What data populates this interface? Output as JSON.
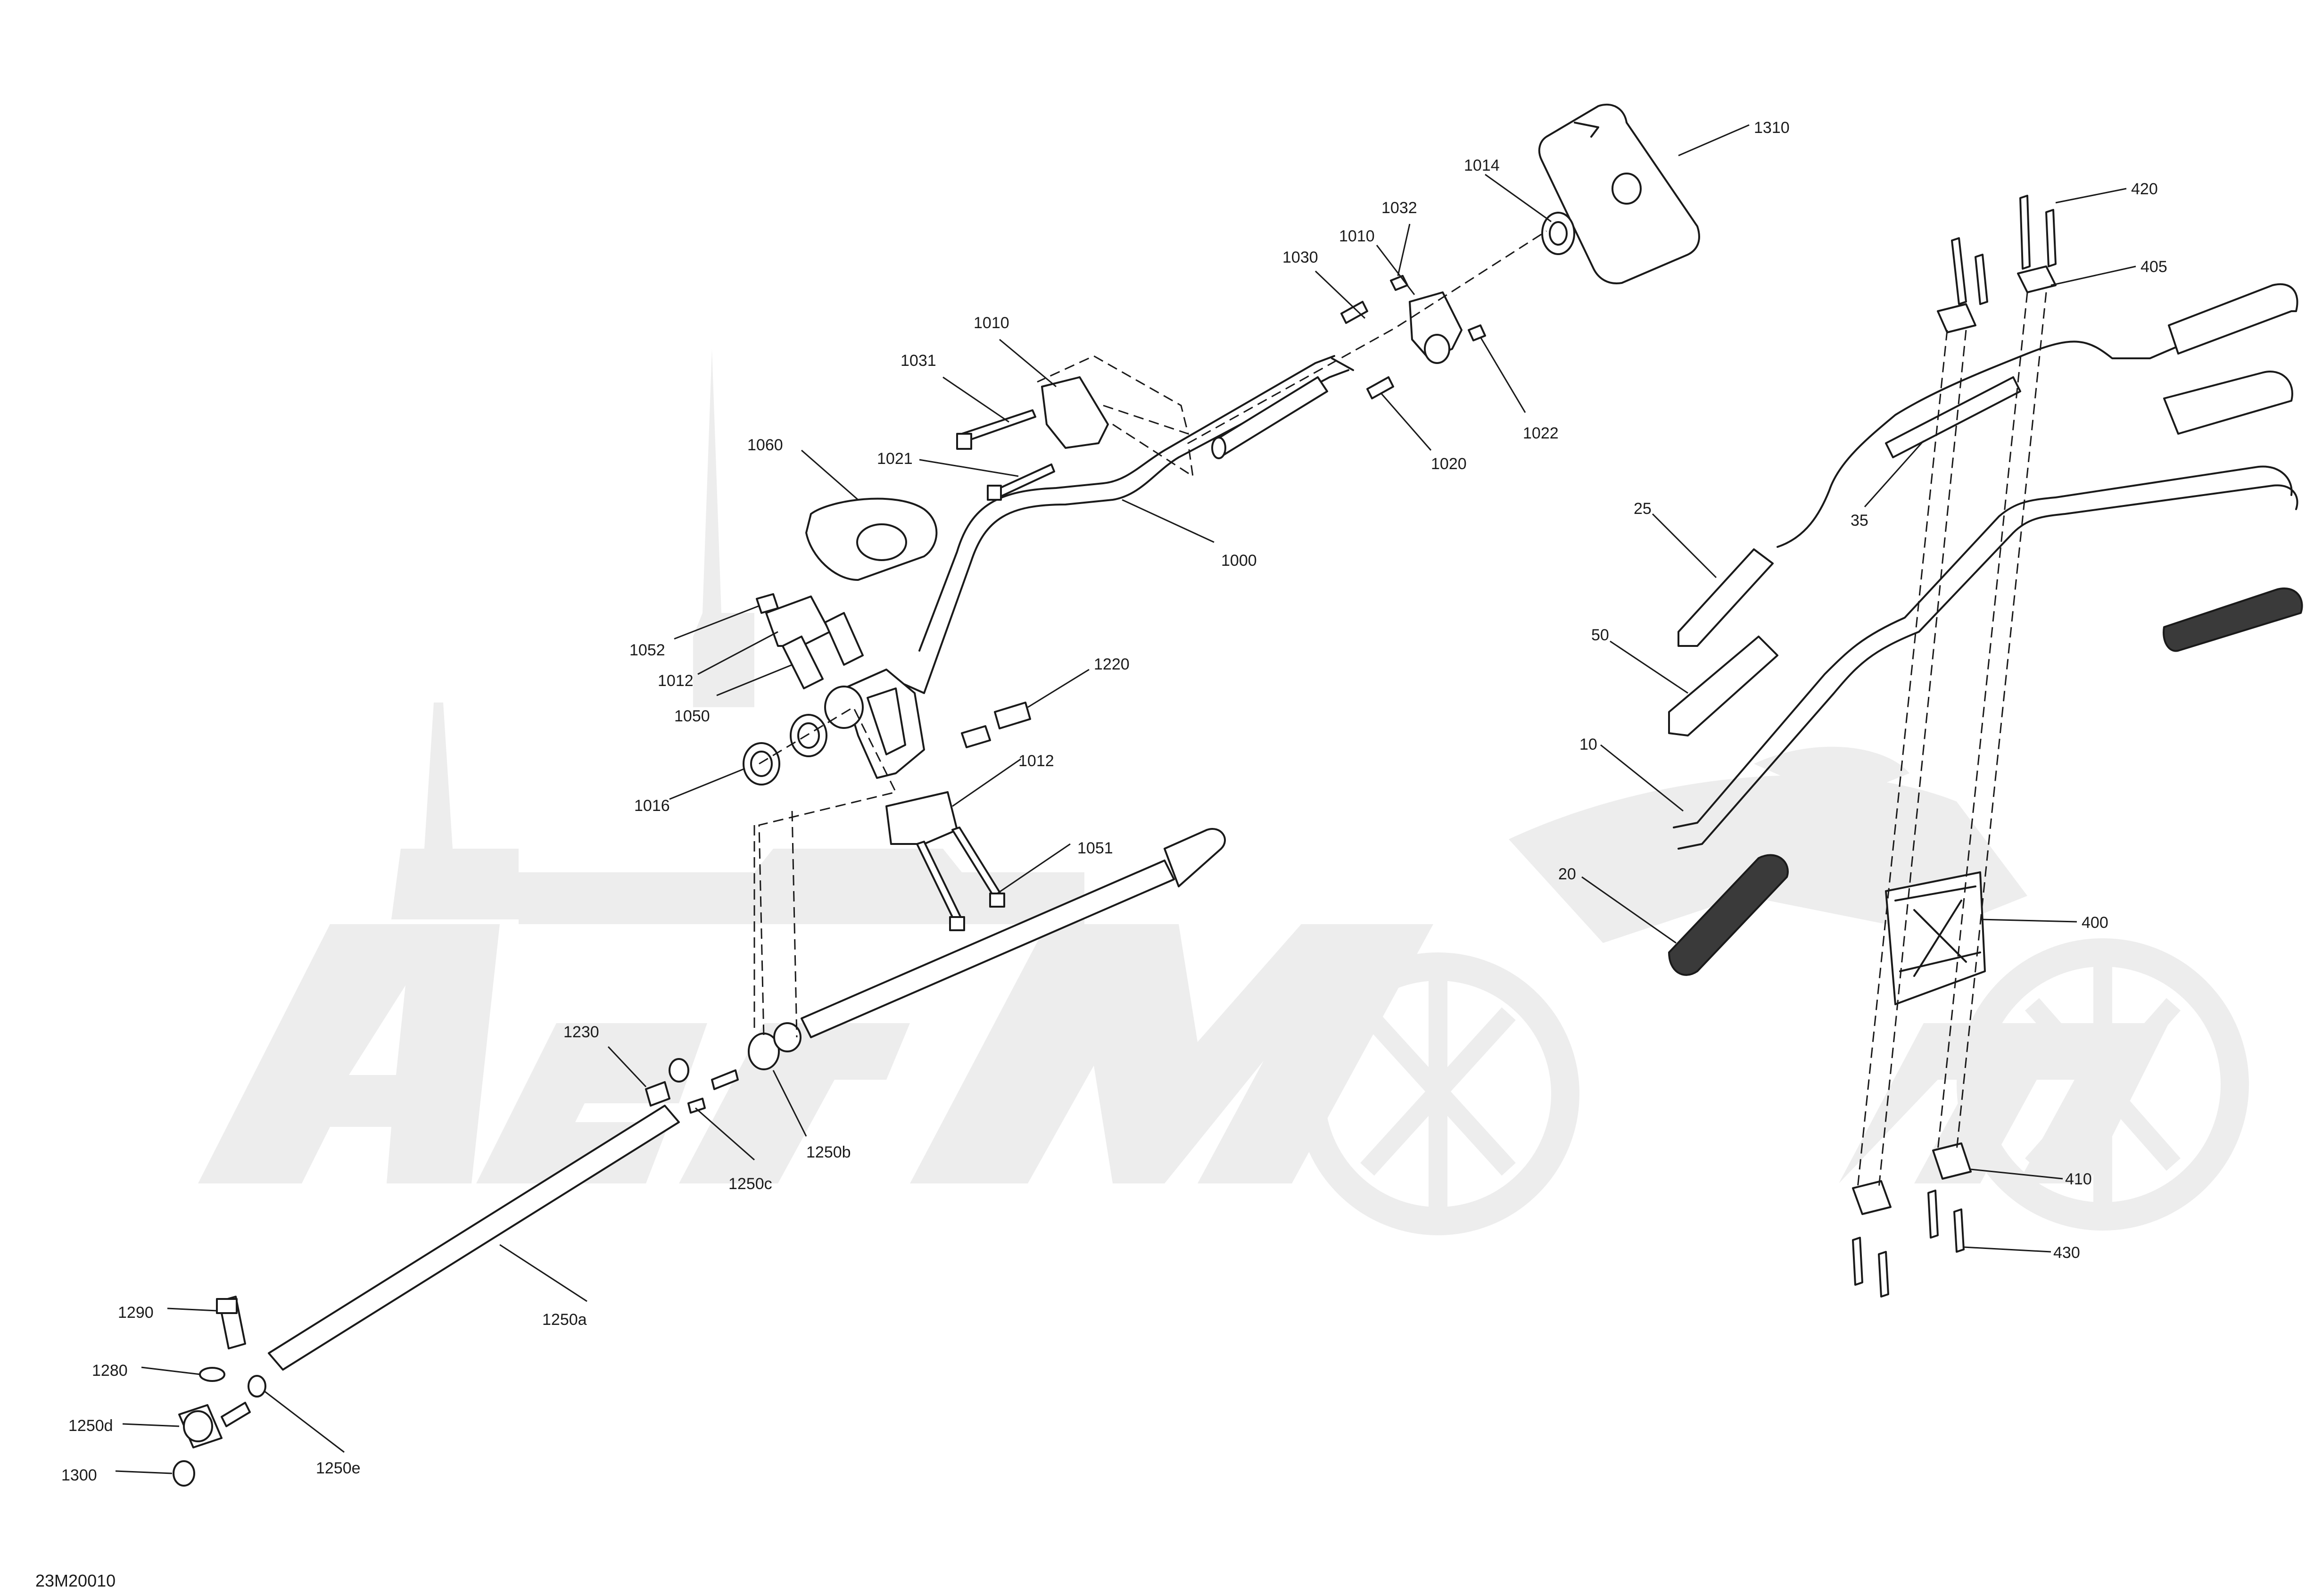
{
  "diagram_code": "23M20010",
  "callouts": [
    {
      "id": "c1310",
      "text": "1310"
    },
    {
      "id": "c1014",
      "text": "1014"
    },
    {
      "id": "c1032",
      "text": "1032"
    },
    {
      "id": "c1010a",
      "text": "1010"
    },
    {
      "id": "c1030",
      "text": "1030"
    },
    {
      "id": "c1010b",
      "text": "1010"
    },
    {
      "id": "c1031",
      "text": "1031"
    },
    {
      "id": "c1022",
      "text": "1022"
    },
    {
      "id": "c1020",
      "text": "1020"
    },
    {
      "id": "c1060",
      "text": "1060"
    },
    {
      "id": "c1021",
      "text": "1021"
    },
    {
      "id": "c1000",
      "text": "1000"
    },
    {
      "id": "c1052",
      "text": "1052"
    },
    {
      "id": "c1012a",
      "text": "1012"
    },
    {
      "id": "c1050",
      "text": "1050"
    },
    {
      "id": "c1220",
      "text": "1220"
    },
    {
      "id": "c1016",
      "text": "1016"
    },
    {
      "id": "c1012b",
      "text": "1012"
    },
    {
      "id": "c1051",
      "text": "1051"
    },
    {
      "id": "c1230",
      "text": "1230"
    },
    {
      "id": "c1250b",
      "text": "1250b"
    },
    {
      "id": "c1250c",
      "text": "1250c"
    },
    {
      "id": "c1250a",
      "text": "1250a"
    },
    {
      "id": "c1290",
      "text": "1290"
    },
    {
      "id": "c1280",
      "text": "1280"
    },
    {
      "id": "c1250d",
      "text": "1250d"
    },
    {
      "id": "c1300",
      "text": "1300"
    },
    {
      "id": "c1250e",
      "text": "1250e"
    },
    {
      "id": "c420",
      "text": "420"
    },
    {
      "id": "c405",
      "text": "405"
    },
    {
      "id": "c35",
      "text": "35"
    },
    {
      "id": "c25",
      "text": "25"
    },
    {
      "id": "c50",
      "text": "50"
    },
    {
      "id": "c10",
      "text": "10"
    },
    {
      "id": "c20",
      "text": "20"
    },
    {
      "id": "c400",
      "text": "400"
    },
    {
      "id": "c410",
      "text": "410"
    },
    {
      "id": "c430",
      "text": "430"
    }
  ],
  "watermark": "AerMoto"
}
